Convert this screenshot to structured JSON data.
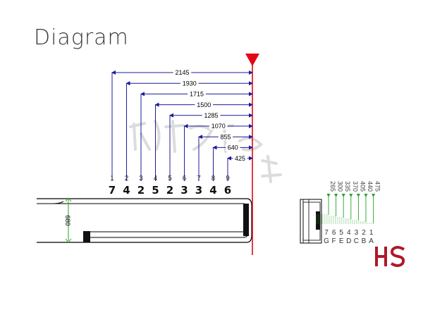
{
  "title": "Diagram",
  "dimensions": [
    "2145",
    "1930",
    "1715",
    "1500",
    "1285",
    "1070",
    "855",
    "640",
    "425"
  ],
  "indices": [
    "1",
    "2",
    "3",
    "4",
    "5",
    "6",
    "7",
    "8",
    "9"
  ],
  "big_numbers": [
    "7",
    "4",
    "2",
    "5",
    "2",
    "3",
    "3",
    "4",
    "6"
  ],
  "height_label": "680",
  "right_top": [
    "265",
    "300",
    "335",
    "370",
    "405",
    "440",
    "475"
  ],
  "right_bottom": [
    "7",
    "6",
    "5",
    "4",
    "3",
    "2",
    "1"
  ],
  "right_bottom_letters": [
    "G",
    "F",
    "E",
    "D",
    "C",
    "B",
    "A"
  ],
  "logo_text": "HS",
  "colors": {
    "dimension": "#1c1c9a",
    "cut_line": "#e30613",
    "height_dim": "#2aa12a",
    "logo": "#b0182a"
  }
}
